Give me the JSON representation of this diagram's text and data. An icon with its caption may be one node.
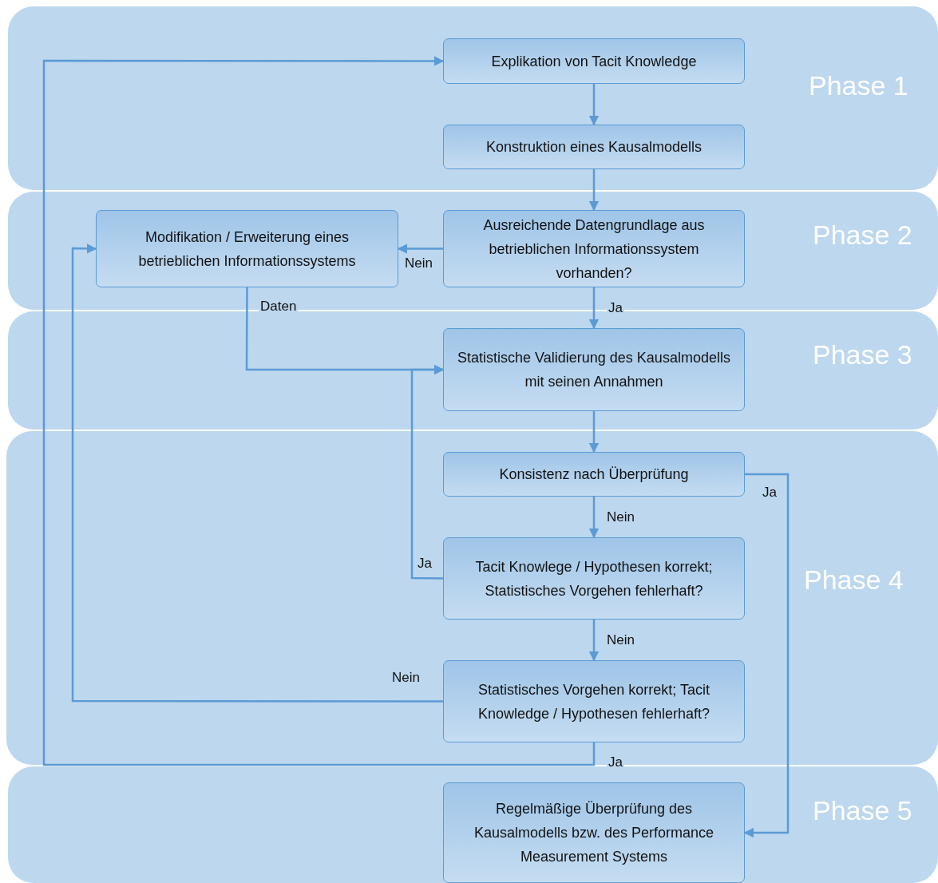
{
  "diagram": {
    "nodes": [
      {
        "text": [
          "Phase 1"
        ]
      },
      {
        "text": [
          "Explikation von Tacit Knowledge"
        ],
        "in": 0
      },
      {
        "text": [
          "Konstruktion eines Kausalmodells"
        ],
        "in": 0
      },
      {
        "text": [
          "Phase 2"
        ]
      },
      {
        "text": [
          "Modifikation / Erweiterung eines betrieblichen Informationssystems"
        ],
        "in": 3
      },
      {
        "text": [
          "Ausreichende Datengrundlage aus betrieblichen Informationssystem vorhanden?"
        ],
        "in": 3
      },
      {
        "text": [
          "Phase 3"
        ]
      },
      {
        "text": [
          "Statistische Validierung des Kausalmodells mit seinen Annahmen"
        ],
        "in": 6
      },
      {
        "text": [
          "Phase 4"
        ]
      },
      {
        "text": [
          "Konsistenz nach Überprüfung"
        ],
        "in": 8
      },
      {
        "text": [
          "Tacit Knowlege / Hypothesen korrekt; Statistisches Vorgehen fehlerhaft?"
        ],
        "in": 8
      },
      {
        "text": [
          "Statistisches Vorgehen korrekt; Tacit Knowledge / Hypothesen fehlerhaft?"
        ],
        "in": 8
      },
      {
        "text": [
          "Phase 5"
        ]
      },
      {
        "text": [
          "Regelmäßige Überprüfung des Kausalmodells bzw. des Performance Measurement Systems"
        ],
        "in": 12
      }
    ],
    "edges": [
      {
        "from": 1,
        "to": 2,
        "arrow": "to"
      },
      {
        "from": 2,
        "to": 5,
        "arrow": "to"
      },
      {
        "from": 5,
        "to": 4,
        "arrow": "to",
        "label": "Nein"
      },
      {
        "from": 5,
        "to": 7,
        "arrow": "to",
        "label": "Ja"
      },
      {
        "from": 4,
        "to": 7,
        "arrow": "to",
        "label": "Daten"
      },
      {
        "from": 7,
        "to": 9,
        "arrow": "to"
      },
      {
        "from": 9,
        "to": 13,
        "arrow": "to",
        "label": "Ja"
      },
      {
        "from": 9,
        "to": 10,
        "arrow": "to",
        "label": "Nein"
      },
      {
        "from": 10,
        "to": 7,
        "arrow": "to",
        "label": "Ja"
      },
      {
        "from": 10,
        "to": 11,
        "arrow": "to",
        "label": "Nein"
      },
      {
        "from": 11,
        "to": 4,
        "arrow": "to",
        "label": "Nein"
      },
      {
        "from": 11,
        "to": 1,
        "arrow": "to",
        "label": "Ja"
      }
    ]
  }
}
